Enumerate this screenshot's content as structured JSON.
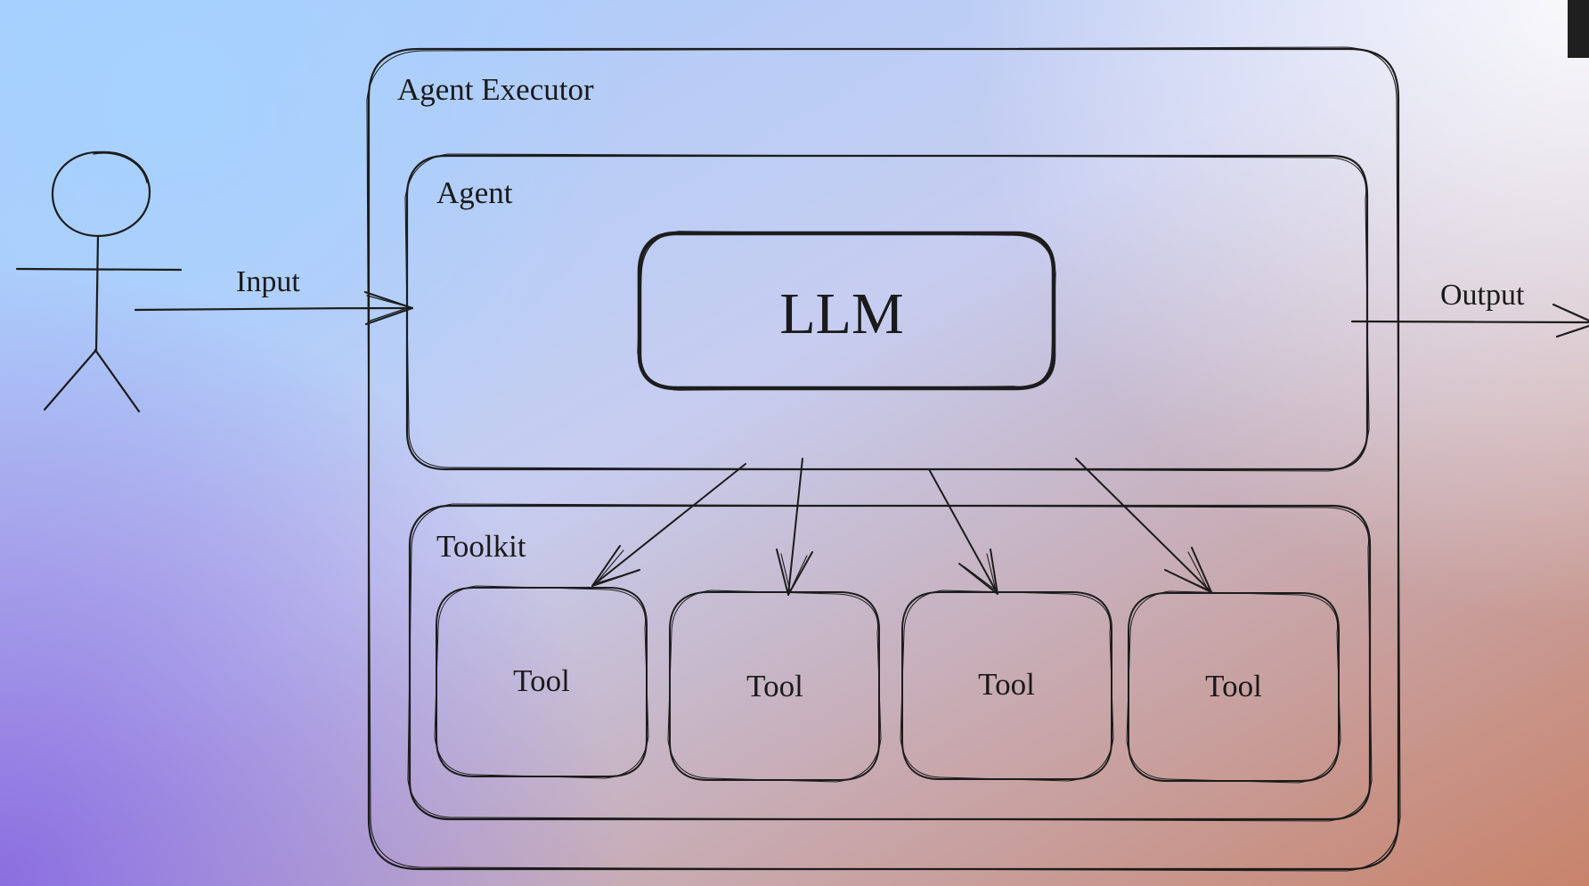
{
  "diagram": {
    "executor_label": "Agent Executor",
    "agent_label": "Agent",
    "llm_label": "LLM",
    "toolkit_label": "Toolkit",
    "input_label": "Input",
    "output_label": "Output",
    "tools": [
      {
        "label": "Tool"
      },
      {
        "label": "Tool"
      },
      {
        "label": "Tool"
      },
      {
        "label": "Tool"
      }
    ]
  },
  "colors": {
    "background_top_left": "#a9d0ff",
    "background_top_right": "#f4f1f6",
    "background_bottom_left": "#9076e0",
    "background_bottom_right": "#c98468",
    "stroke": "#1c1c1c"
  }
}
